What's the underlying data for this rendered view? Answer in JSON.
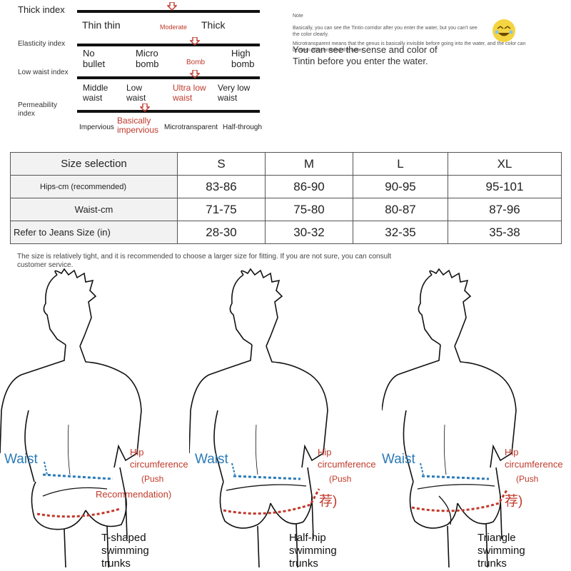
{
  "indices": {
    "thick": {
      "label": "Thick index",
      "options": [
        "Thin thin",
        "Moderate",
        "Thick"
      ]
    },
    "elasticity": {
      "label": "Elasticity index",
      "options": [
        "No bullet",
        "Micro bomb",
        "Bomb",
        "High bomb"
      ]
    },
    "waist": {
      "label": "Low waist index",
      "options": [
        "Middle waist",
        "Low waist",
        "Ultra low waist",
        "Very low waist"
      ]
    },
    "permeability": {
      "label": "Permeability index",
      "options": [
        "Impervious",
        "Basically impervious",
        "Microtransparent",
        "Half-through"
      ]
    }
  },
  "note": {
    "title": "Note",
    "line1": "Basically, you can see the Tintin corridor after you enter the water, but you can't see the color clearly.",
    "line2": "Microtransparent means that the genus is basically invisible before going into the water, and the color can be seen after entering the water.",
    "line3": "You can see the sense and color of Tintin before you enter the water."
  },
  "size_table": {
    "header": [
      "Size selection",
      "S",
      "M",
      "L",
      "XL"
    ],
    "rows": [
      {
        "label": "Hips-cm (recommended)",
        "values": [
          "83-86",
          "86-90",
          "90-95",
          "95-101"
        ]
      },
      {
        "label": "Waist-cm",
        "values": [
          "71-75",
          "75-80",
          "80-87",
          "87-96"
        ]
      },
      {
        "label": "Refer to Jeans Size (in)",
        "values": [
          "28-30",
          "30-32",
          "32-35",
          "35-38"
        ]
      }
    ]
  },
  "size_note": "The size is relatively tight, and it is recommended to choose a larger size for fitting. If you are not sure, you can consult customer service.",
  "figures": [
    {
      "waist": "Waist",
      "hip": "Hip circumference",
      "push": "(Push",
      "push2": "Recommendation)",
      "caption": "T-shaped swimming trunks"
    },
    {
      "waist": "Waist",
      "hip": "Hip circumference",
      "push": "(Push",
      "push2": "荐)",
      "caption": "Half-hip swimming trunks"
    },
    {
      "waist": "Waist",
      "hip": "Hip circumference",
      "push": "(Push",
      "push2": "荐)",
      "caption": "Triangle swimming trunks"
    }
  ],
  "colors": {
    "accent_red": "#c0392b",
    "waist_blue": "#2a7ab8",
    "emoji_yellow": "#f5d442"
  }
}
